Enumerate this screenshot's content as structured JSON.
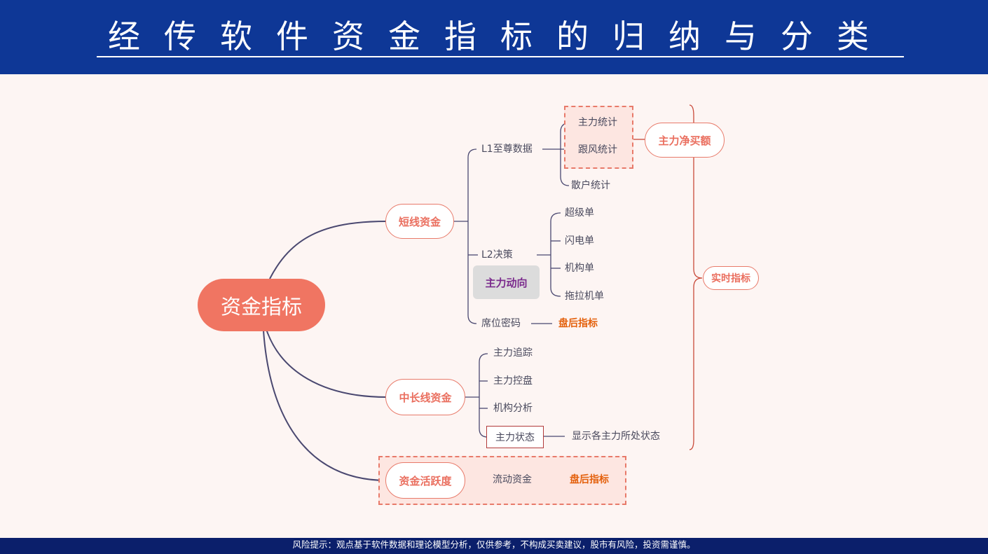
{
  "header": {
    "title": "经传软件资金指标的归纳与分类"
  },
  "footer": {
    "disclaimer": "风险提示：观点基于软件数据和理论模型分析，仅供参考，不构成买卖建议，股市有风险，投资需谨慎。"
  },
  "mindmap": {
    "root": "资金指标",
    "short_term": {
      "label": "短线资金",
      "l1": {
        "label": "L1至尊数据",
        "items": [
          "主力统计",
          "跟风统计",
          "散户统计"
        ]
      },
      "l2": {
        "label": "L2决策",
        "tag": "主力动向",
        "items": [
          "超级单",
          "闪电单",
          "机构单",
          "拖拉机单"
        ]
      },
      "seat": {
        "label": "席位密码",
        "result": "盘后指标"
      }
    },
    "mid_long": {
      "label": "中长线资金",
      "items": [
        "主力追踪",
        "主力控盘",
        "机构分析",
        "主力状态"
      ],
      "status_desc": "显示各主力所处状态"
    },
    "activity": {
      "label": "资金活跃度",
      "child": "流动资金",
      "result": "盘后指标"
    },
    "right": {
      "net_buy": "主力净买额",
      "realtime": "实时指标"
    }
  },
  "colors": {
    "header_bg": "#0e3796",
    "accent": "#f07562",
    "line": "#4a4870",
    "bracket": "#c94a3a",
    "after_hours": "#e4610d"
  }
}
